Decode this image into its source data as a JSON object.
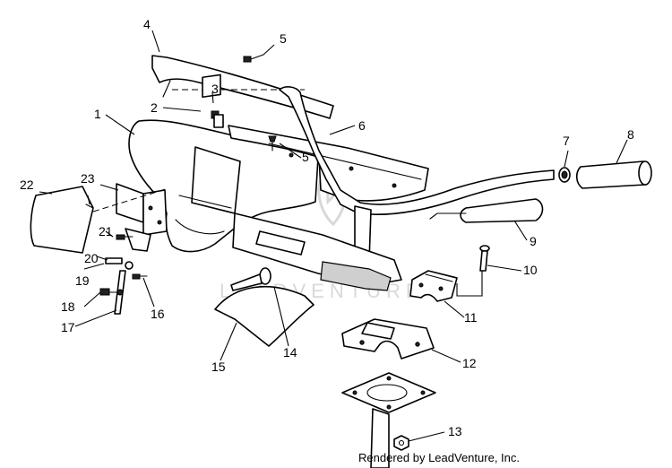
{
  "callouts": [
    "1",
    "2",
    "3",
    "4",
    "5",
    "5",
    "6",
    "7",
    "8",
    "9",
    "10",
    "11",
    "12",
    "13",
    "14",
    "15",
    "16",
    "17",
    "18",
    "19",
    "20",
    "21",
    "22",
    "23"
  ],
  "watermark": {
    "text": "LEADVENTURE"
  },
  "credit": "Rendered by LeadVenture, Inc."
}
